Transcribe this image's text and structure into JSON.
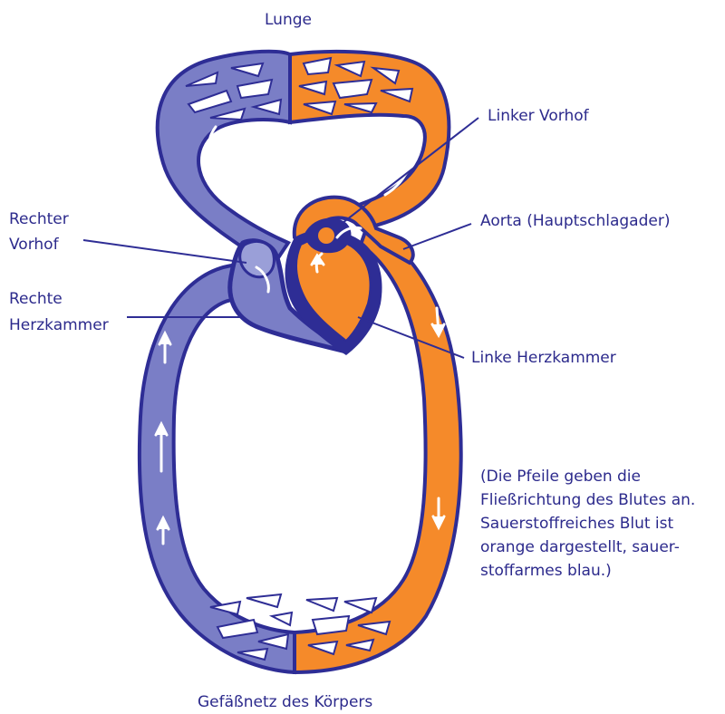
{
  "colors": {
    "deoxygenated": "#7a7ec6",
    "oxygenated": "#f58a2a",
    "outline": "#2e2d95",
    "text": "#2c2a8c",
    "arrow": "#ffffff"
  },
  "labels": {
    "lung": "Lunge",
    "left_atrium": "Linker Vorhof",
    "aorta": "Aorta (Hauptschlagader)",
    "right_atrium_line1": "Rechter",
    "right_atrium_line2": "Vorhof",
    "right_ventricle_line1": "Rechte",
    "right_ventricle_line2": "Herzkammer",
    "left_ventricle": "Linke Herzkammer",
    "body_network": "Gefäßnetz des Körpers"
  },
  "note": {
    "lines": [
      "(Die Pfeile geben die",
      "Fließrichtung des Blutes an.",
      "Sauerstoffreiches Blut ist",
      "orange dargestellt, sauer-",
      "stoffarmes blau.)"
    ]
  }
}
